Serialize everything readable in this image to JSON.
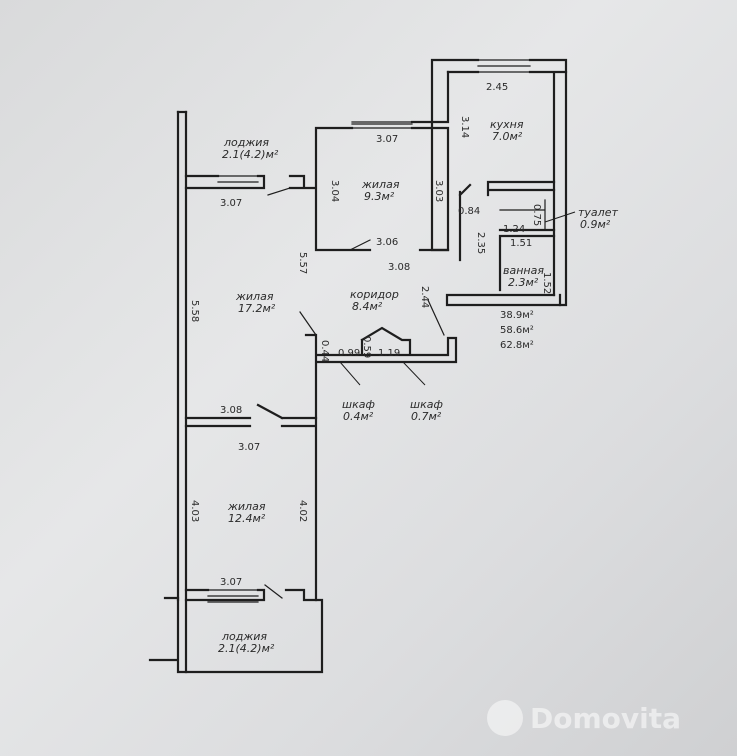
{
  "rooms": {
    "loggia_top": {
      "name": "лоджия",
      "area": "2.1(4.2)м²"
    },
    "kitchen": {
      "name": "кухня",
      "area": "7.0м²"
    },
    "living_small": {
      "name": "жилая",
      "area": "9.3м²"
    },
    "living_big": {
      "name": "жилая",
      "area": "17.2м²"
    },
    "corridor": {
      "name": "коридор",
      "area": "8.4м²"
    },
    "toilet": {
      "name": "туалет",
      "area": "0.9м²"
    },
    "bathroom": {
      "name": "ванная",
      "area": "2.3м²"
    },
    "wardrobe_1": {
      "name": "шкаф",
      "area": "0.4м²"
    },
    "wardrobe_2": {
      "name": "шкаф",
      "area": "0.7м²"
    },
    "living_bottom": {
      "name": "жилая",
      "area": "12.4м²"
    },
    "loggia_bottom": {
      "name": "лоджия",
      "area": "2.1(4.2)м²"
    }
  },
  "dimensions": {
    "kitchen_width": "2.45",
    "kitchen_height": "3.14",
    "small_top": "3.07",
    "small_left": "3.04",
    "small_right": "3.03",
    "small_bottom_a": "3.06",
    "small_bottom_b": "3.08",
    "big_top": "3.07",
    "big_right": "5.57",
    "big_left": "5.58",
    "kitchen_door": "0.84",
    "toilet_width": "1.24",
    "toilet_height": "0.75",
    "bath_width": "1.51",
    "bath_left": "2.35",
    "bath_right": "1.52",
    "corridor_right": "2.44",
    "closet_a": "0.44",
    "closet_b": "0.99",
    "closet_c": "0.59",
    "closet_d": "1.19",
    "bedroom_top_a": "3.08",
    "bedroom_top_b": "3.07",
    "bedroom_left": "4.03",
    "bedroom_right": "4.02",
    "bedroom_bottom": "3.07"
  },
  "totals": [
    "38.9м²",
    "58.6м²",
    "62.8м²"
  ],
  "watermark": "Domovita"
}
